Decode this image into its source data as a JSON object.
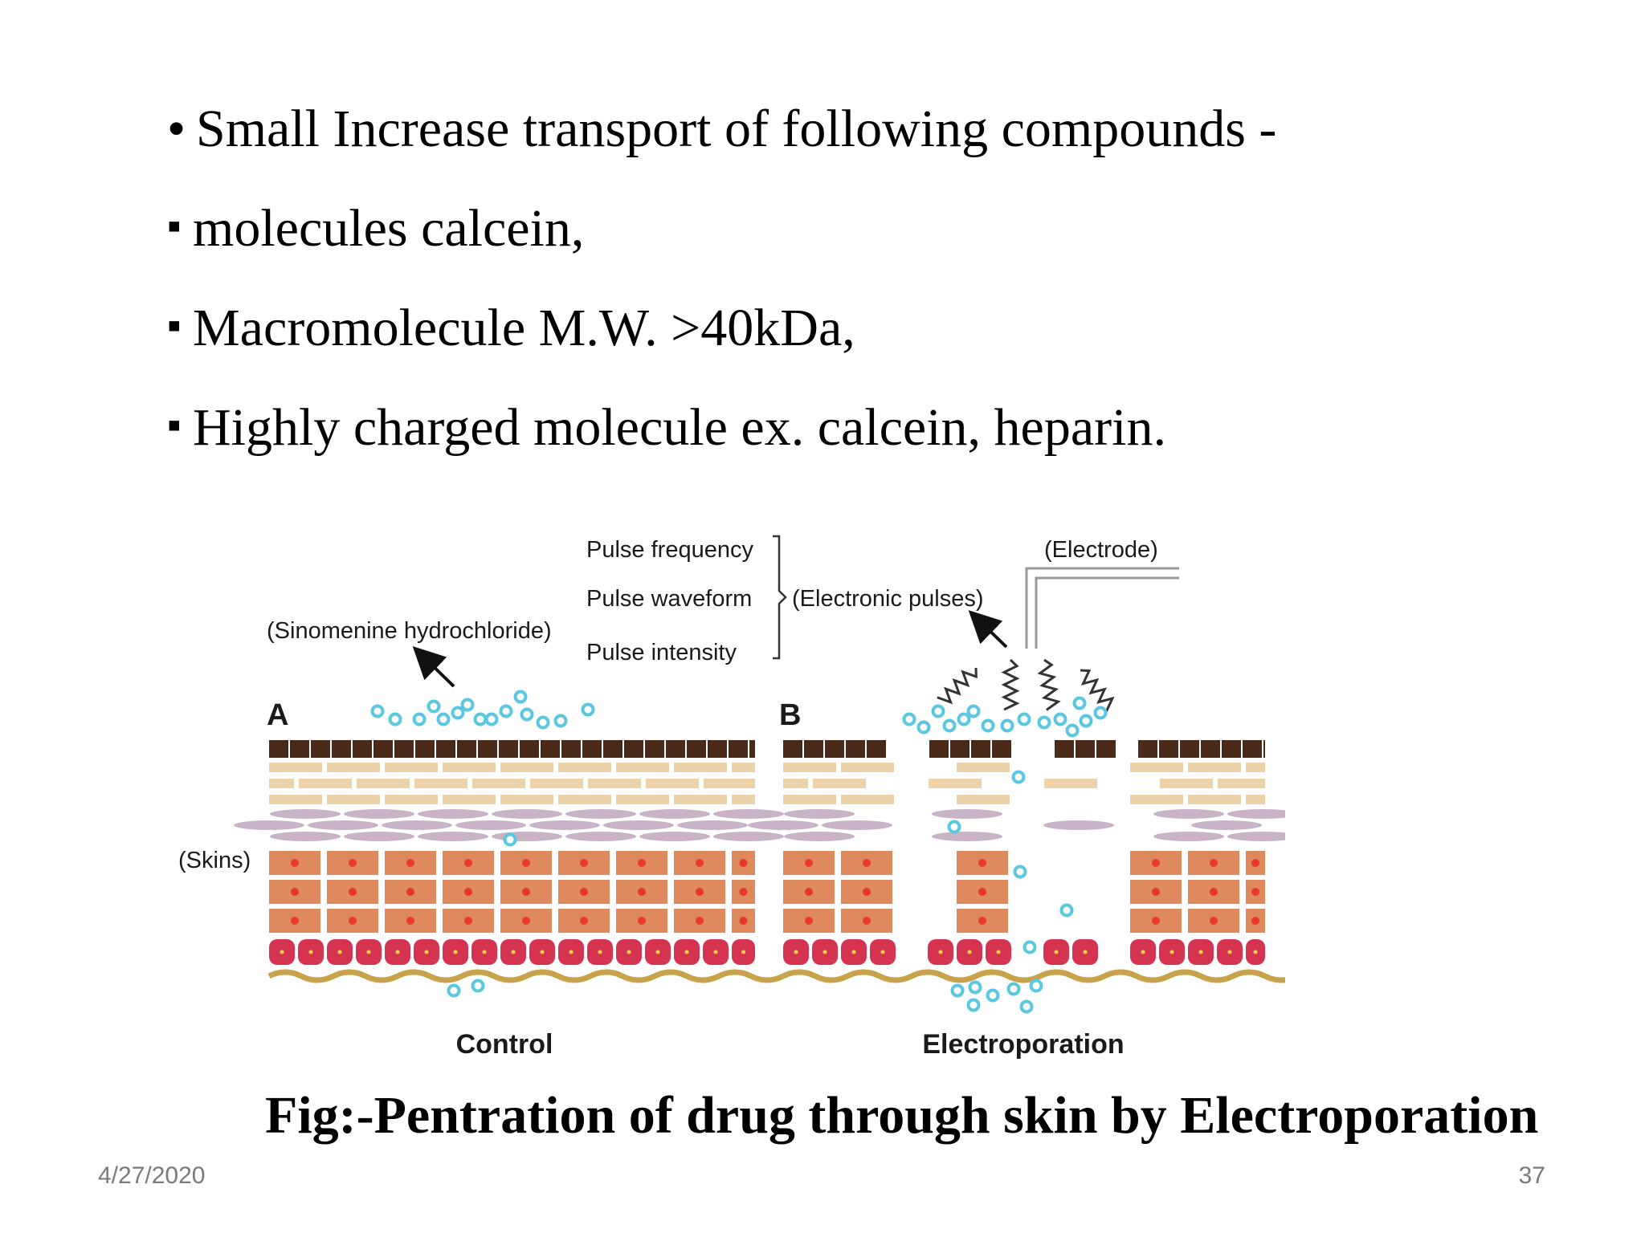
{
  "slide": {
    "bullets": [
      {
        "marker": "•",
        "text": "Small Increase transport of following compounds -"
      },
      {
        "marker": "▪",
        "text": "molecules calcein,"
      },
      {
        "marker": "▪",
        "text": "Macromolecule M.W. >40kDa,"
      },
      {
        "marker": "▪",
        "text": "Highly charged molecule ex. calcein, heparin."
      }
    ],
    "caption": "Fig:-Pentration of drug through skin by Electroporation",
    "footer": {
      "date": "4/27/2020",
      "page": "37"
    }
  },
  "figure": {
    "labels": {
      "pulse_frequency": "Pulse frequency",
      "pulse_waveform": "Pulse waveform",
      "pulse_intensity": "Pulse intensity",
      "electronic_pulses": "(Electronic pulses)",
      "electrode": "(Electrode)",
      "drug": "(Sinomenine hydrochloride)",
      "skins": "(Skins)"
    },
    "panel_a": {
      "letter": "A",
      "title": "Control"
    },
    "panel_b": {
      "letter": "B",
      "title": "Electroporation"
    },
    "colors": {
      "stratum_corneum": "#4a2a18",
      "lipid_brick": "#ecd2a8",
      "lipid_lens": "#c9b3c6",
      "cell": "#de8a5e",
      "nucleus": "#e8382a",
      "basal_cell": "#d63350",
      "basement": "#c9a34c",
      "molecule": "#5bc8e0"
    }
  }
}
